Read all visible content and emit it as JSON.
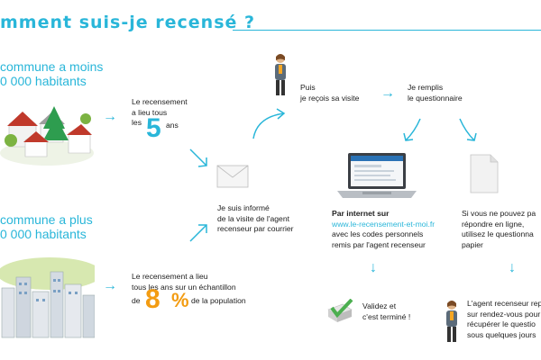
{
  "title": "mment suis-je recensé ?",
  "sections": {
    "small": [
      "commune a moins",
      "0 000 habitants"
    ],
    "large": [
      "commune a plus",
      "0 000 habitants"
    ]
  },
  "small_commune": {
    "line1": "Le recensement",
    "line2": "a lieu tous",
    "line3_prefix": "les",
    "number": "5",
    "line3_suffix": "ans"
  },
  "large_commune": {
    "line1": "Le recensement a lieu",
    "line2": "tous les ans sur un échantillon",
    "prefix": "de",
    "number": "8",
    "percent": "%",
    "suffix": "de la population"
  },
  "informed": [
    "Je suis informé",
    "de la visite de l'agent",
    "recenseur par courrier"
  ],
  "visit": [
    "Puis",
    "je reçois sa visite"
  ],
  "fill": [
    "Je remplis",
    "le questionnaire"
  ],
  "internet": {
    "heading": "Par internet sur",
    "url": "www.le-recensement-et-moi.fr",
    "line1": "avec les codes personnels",
    "line2": "remis par l'agent recenseur"
  },
  "paper": [
    "Si vous ne pouvez pa",
    "répondre en ligne,",
    "utilisez le questionna",
    "papier"
  ],
  "done": [
    "Validez et",
    "c'est terminé !"
  ],
  "agent": [
    "L'agent recenseur rep",
    "sur rendez-vous pour",
    "récupérer le questio",
    "sous quelques jours"
  ],
  "colors": {
    "accent": "#29b6d9",
    "orange": "#f39c12",
    "checkmark": "#4caf50"
  }
}
